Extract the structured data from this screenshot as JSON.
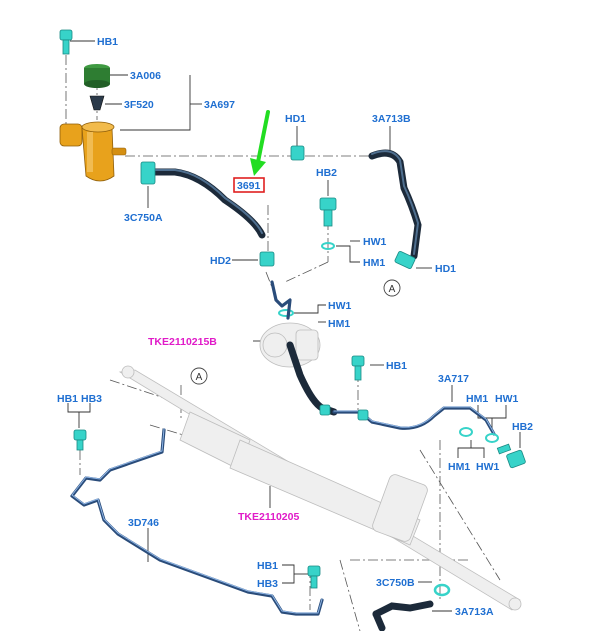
{
  "labels": {
    "hb1_top": "HB1",
    "3a006": "3A006",
    "3f520": "3F520",
    "3a697": "3A697",
    "hd1_top": "HD1",
    "3a713b": "3A713B",
    "3691": "3691",
    "hb2_mid": "HB2",
    "3c750a": "3C750A",
    "hw1_a": "HW1",
    "hm1_a": "HM1",
    "hd1_right": "HD1",
    "hd2": "HD2",
    "circle_a_top": "A",
    "hw1_b": "HW1",
    "hm1_b": "HM1",
    "tke2110215b": "TKE2110215B",
    "hb1_mid": "HB1",
    "circle_a_left": "A",
    "3a717": "3A717",
    "hb1_left": "HB1",
    "hb3_left": "HB3",
    "hm1_c": "HM1",
    "hw1_c": "HW1",
    "hb2_right": "HB2",
    "hm1_d": "HM1",
    "hw1_d": "HW1",
    "3d746": "3D746",
    "tke2110205": "TKE2110205",
    "hb1_low": "HB1",
    "hb3_low": "HB3",
    "3c750b": "3C750B",
    "3a713a": "3A713A"
  },
  "colors": {
    "callout_blue": "#1f6fd1",
    "callout_magenta": "#e01bc8",
    "highlight_red": "#e02020",
    "arrow_green": "#22dd22",
    "reservoir_orange": "#e8a21c",
    "clip_cyan": "#37d3c9",
    "cap_green": "#2e7d32"
  },
  "icons": [
    "green-arrow-icon",
    "reference-circle-a-icon",
    "bolt-icon",
    "clip-icon"
  ]
}
